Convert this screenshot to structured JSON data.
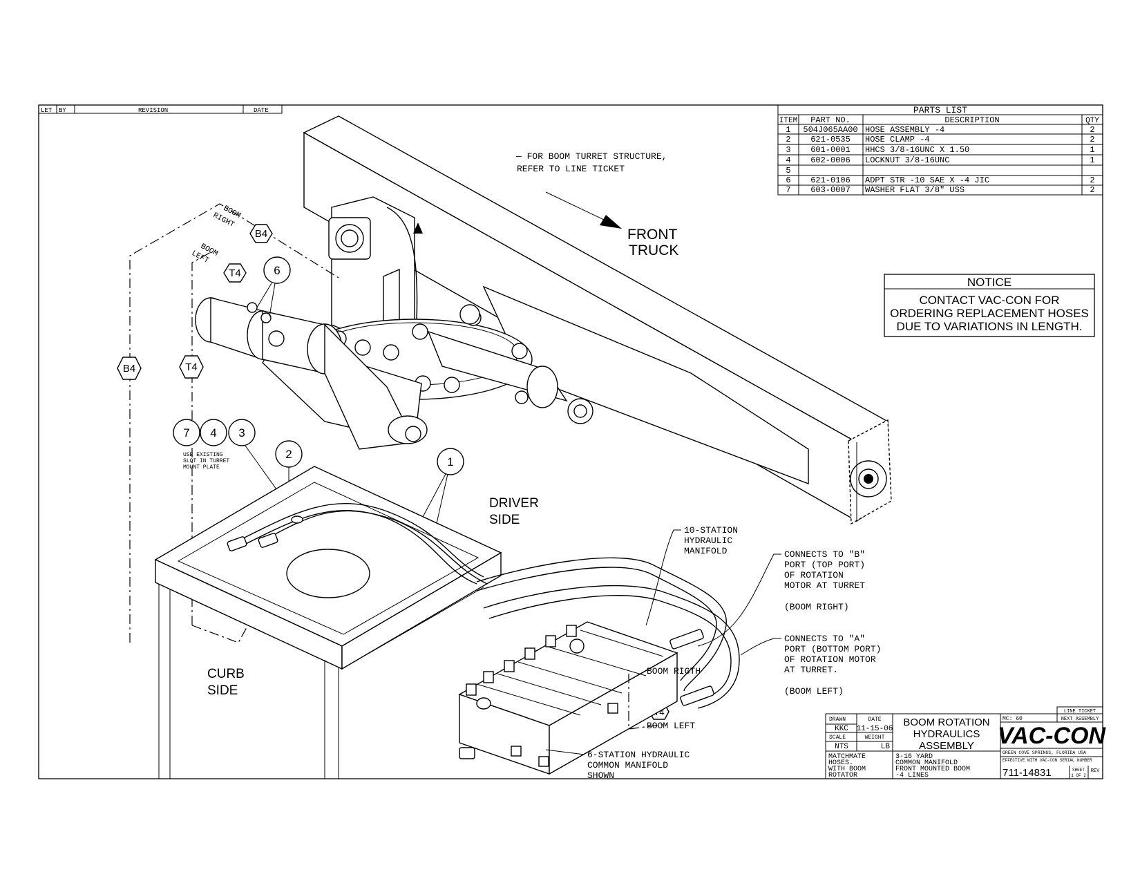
{
  "revision_block": {
    "let": "LET",
    "by": "BY",
    "revision": "REVISION",
    "date": "DATE"
  },
  "parts_list": {
    "title": "PARTS LIST",
    "headers": {
      "item": "ITEM",
      "part_no": "PART NO.",
      "description": "DESCRIPTION",
      "qty": "QTY"
    },
    "rows": [
      {
        "item": "1",
        "part_no": "504J065AA00",
        "description": "HOSE ASSEMBLY -4",
        "qty": "2"
      },
      {
        "item": "2",
        "part_no": "621-0535",
        "description": "HOSE CLAMP -4",
        "qty": "2"
      },
      {
        "item": "3",
        "part_no": "601-0001",
        "description": "HHCS 3/8-16UNC X 1.50",
        "qty": "1"
      },
      {
        "item": "4",
        "part_no": "602-0006",
        "description": "LOCKNUT 3/8-16UNC",
        "qty": "1"
      },
      {
        "item": "5",
        "part_no": "",
        "description": "",
        "qty": ""
      },
      {
        "item": "6",
        "part_no": "621-0106",
        "description": "ADPT STR -10 SAE X -4 JIC",
        "qty": "2"
      },
      {
        "item": "7",
        "part_no": "603-0007",
        "description": "WASHER FLAT 3/8\" USS",
        "qty": "2"
      }
    ]
  },
  "notice": {
    "title": "NOTICE",
    "line1": "CONTACT VAC-CON FOR",
    "line2": "ORDERING REPLACEMENT HOSES",
    "line3": "DUE TO VARIATIONS IN LENGTH."
  },
  "notes": {
    "boom_turret_1": "— FOR BOOM TURRET STRUCTURE,",
    "boom_turret_2": "REFER TO LINE TICKET",
    "front_truck_1": "FRONT",
    "front_truck_2": "TRUCK",
    "driver_side_1": "DRIVER",
    "driver_side_2": "SIDE",
    "curb_side_1": "CURB",
    "curb_side_2": "SIDE",
    "boom_right_1": "BOOM",
    "boom_right_2": "RIGHT",
    "boom_left_1": "BOOM",
    "boom_left_2": "LEFT",
    "use_existing_1": "USE EXISTING",
    "use_existing_2": "SLOT IN TURRET",
    "use_existing_3": "MOUNT PLATE",
    "ten_station_1": "10-STATION",
    "ten_station_2": "HYDRAULIC",
    "ten_station_3": "MANIFOLD",
    "port_b_1": "CONNECTS TO \"B\"",
    "port_b_2": "PORT (TOP PORT)",
    "port_b_3": "OF ROTATION",
    "port_b_4": "MOTOR AT TURRET",
    "port_b_5": "(BOOM RIGHT)",
    "port_a_1": "CONNECTS TO \"A\"",
    "port_a_2": "PORT (BOTTOM PORT)",
    "port_a_3": "OF ROTATION MOTOR",
    "port_a_4": "AT TURRET.",
    "port_a_5": "(BOOM LEFT)",
    "boom_rigth": "BOOM RIGTH",
    "boom_left_lbl": "BOOM LEFT",
    "six_station_1": "6-STATION HYDRAULIC",
    "six_station_2": "COMMON MANIFOLD",
    "six_station_3": "SHOWN"
  },
  "callouts": {
    "b4": "B4",
    "t4": "T4",
    "n1": "1",
    "n2": "2",
    "n3": "3",
    "n4": "4",
    "n6": "6",
    "n7": "7"
  },
  "title_block": {
    "drawn_label": "DRAWN",
    "drawn_value": "KKC",
    "date_label": "DATE",
    "date_value": "11-15-06",
    "scale_label": "SCALE",
    "scale_value": "NTS",
    "weight_label": "WEIGHT",
    "weight_unit": "LB",
    "title_1": "BOOM ROTATION",
    "title_2": "HYDRAULICS",
    "title_3": "ASSEMBLY",
    "mc": "MC: 60",
    "line_ticket": "LINE TICKET",
    "next_assembly": "NEXT ASSEMBLY",
    "logo": "VAC-CON",
    "company_loc": "GREEN COVE SPRINGS, FLORIDA USA",
    "effective": "EFFECTIVE WITH VAC-CON SERIAL NUMBER",
    "note_1": "MATCHMATE",
    "note_2": "HOSES.",
    "note_3": "WITH BOOM",
    "note_4": "ROTATOR",
    "desc_1": "3-16 YARD",
    "desc_2": "COMMON MANIFOLD",
    "desc_3": "FRONT MOUNTED BOOM",
    "desc_4": "-4 LINES",
    "drawing_no": "711-14831",
    "sheet_label": "SHEET",
    "sheet_value": "1 OF 2",
    "rev_label": "REV"
  }
}
